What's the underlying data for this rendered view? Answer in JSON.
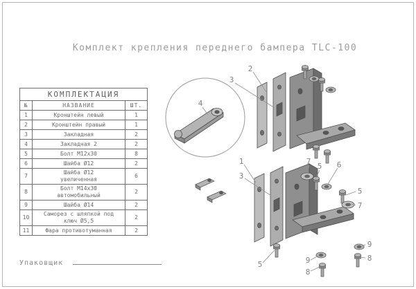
{
  "page": {
    "title": "Комплект крепления переднего бампера TLC-100",
    "packer_label": "Упаковщик"
  },
  "table": {
    "title": "КОМПЛЕКТАЦИЯ",
    "headers": {
      "num": "№",
      "name": "НАЗВАНИЕ",
      "qty": "ШТ."
    },
    "rows": [
      {
        "num": "1",
        "name": "Кронштейн левый",
        "qty": "1"
      },
      {
        "num": "2",
        "name": "Кронштейн правый",
        "qty": "1"
      },
      {
        "num": "3",
        "name": "Закладная",
        "qty": "2"
      },
      {
        "num": "4",
        "name": "Закладная 2",
        "qty": "2"
      },
      {
        "num": "5",
        "name": "Болт М12х30",
        "qty": "8"
      },
      {
        "num": "6",
        "name": "Шайба Ø12",
        "qty": "2"
      },
      {
        "num": "7",
        "name": "Шайба Ø12\nувеличенная",
        "qty": "6"
      },
      {
        "num": "8",
        "name": "Болт М14х30\nавтомобильный",
        "qty": "2"
      },
      {
        "num": "9",
        "name": "Шайба Ø14",
        "qty": "2"
      },
      {
        "num": "10",
        "name": "Саморез с шляпкой под\nключ Ø5,5",
        "qty": "2"
      },
      {
        "num": "11",
        "name": "Фара противотуманная",
        "qty": "2"
      }
    ]
  },
  "drawing": {
    "callout_labels": [
      "2",
      "3",
      "4",
      "1",
      "3",
      "7",
      "5",
      "6",
      "5",
      "7",
      "9",
      "8",
      "9",
      "8",
      "5"
    ]
  },
  "colors": {
    "line": "#707070",
    "text": "#6b6b6b",
    "metal_light": "#bdbdbd",
    "metal_mid": "#8f8f8f",
    "metal_dark": "#6d6d6d"
  }
}
